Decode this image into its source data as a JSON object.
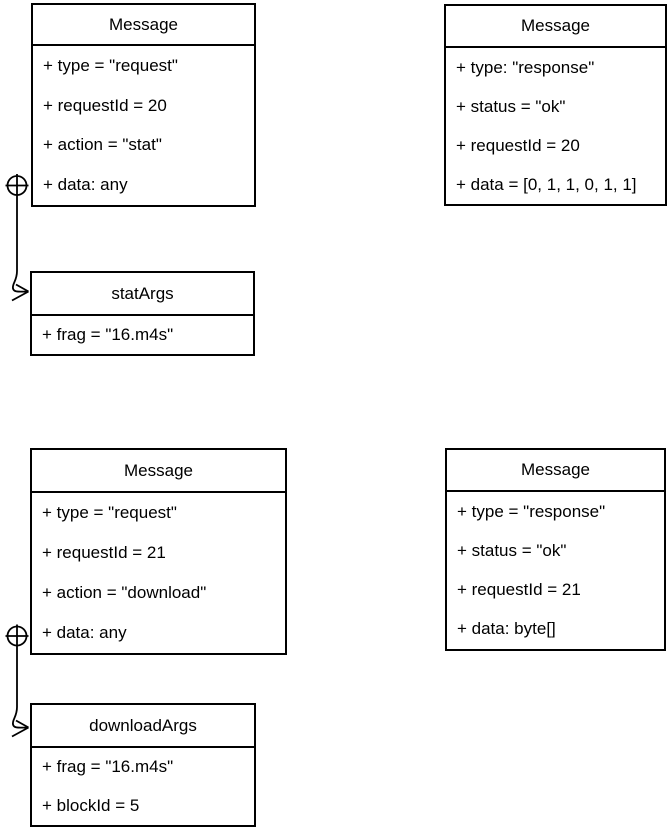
{
  "diagram": {
    "background_color": "#ffffff",
    "stroke_color": "#000000",
    "text_color": "#000000",
    "classes": [
      {
        "title": "Message",
        "fields": [
          "+ type = \"request\"",
          "+ requestId = 20",
          "+ action = \"stat\"",
          "+ data: any"
        ]
      },
      {
        "title": "Message",
        "fields": [
          "+ type: \"response\"",
          "+ status = \"ok\"",
          "+ requestId = 20",
          "+ data = [0, 1, 1, 0, 1, 1]"
        ]
      },
      {
        "title": "statArgs",
        "fields": [
          "+ frag = \"16.m4s\""
        ]
      },
      {
        "title": "Message",
        "fields": [
          "+ type = \"request\"",
          "+ requestId = 21",
          "+ action = \"download\"",
          "+ data: any"
        ]
      },
      {
        "title": "Message",
        "fields": [
          "+ type = \"response\"",
          "+ status = \"ok\"",
          "+ requestId = 21",
          "+ data: byte[]"
        ]
      },
      {
        "title": "downloadArgs",
        "fields": [
          "+ frag = \"16.m4s\"",
          "+ blockId = 5"
        ]
      }
    ],
    "connectors": [
      {
        "from": "Message (requestId 20)",
        "to": "statArgs",
        "source_icon": "circle-plus-anchor-icon",
        "target_icon": "open-arrowhead-icon"
      },
      {
        "from": "Message (requestId 21)",
        "to": "downloadArgs",
        "source_icon": "circle-plus-anchor-icon",
        "target_icon": "open-arrowhead-icon"
      }
    ]
  }
}
